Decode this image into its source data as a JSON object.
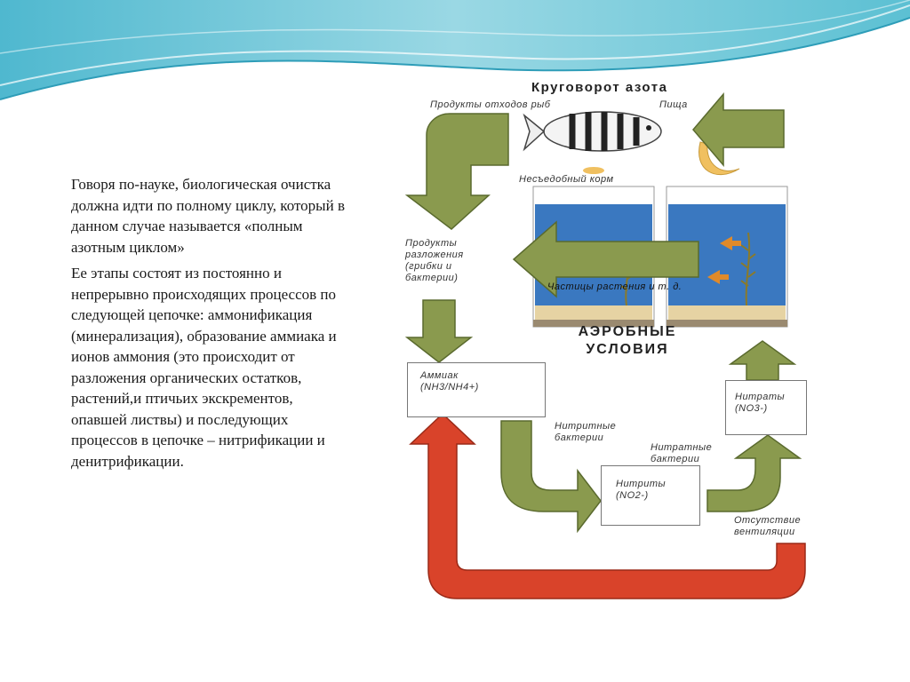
{
  "body": {
    "para1": "Говоря по-науке, биологическая очистка должна идти по полному циклу, который в данном случае называется «полным азотным циклом»",
    "para2": "Ее этапы состоят из постоянно и непрерывно происходящих процессов по следующей цепочке: аммонификация (минерализация), образование аммиака и ионов аммония (это происходит от разложения органических остатков, растений,и птичьих экскрементов, опавшей листвы) и последующих процессов в цепочке – нитрификации и денитрификации."
  },
  "diagram": {
    "title": "Круговорот азота",
    "waste_label": "Продукты отходов рыб",
    "food_label": "Пища",
    "uneaten_label": "Несъедобный корм",
    "decomp_label": "Продукты разложения (грибки и бактерии)",
    "plant_label": "Частицы растения и т. д.",
    "aerobic_label": "АЭРОБНЫЕ УСЛОВИЯ",
    "ammonia_name": "Аммиак",
    "ammonia_formula": "(NH3/NH4+)",
    "nitrite_bact": "Нитритные бактерии",
    "nitrate_bact": "Нитратные бактерии",
    "nitrite_name": "Нитриты",
    "nitrite_formula": "(NO2-)",
    "nitrate_name": "Нитраты",
    "nitrate_formula": "(NO3-)",
    "no_vent": "Отсутствие вентиляции"
  },
  "colors": {
    "green_arrow": "#8a9a4e",
    "red_arrow": "#d9432a",
    "water": "#3a78c0",
    "header_teal": "#6fc6d6"
  }
}
